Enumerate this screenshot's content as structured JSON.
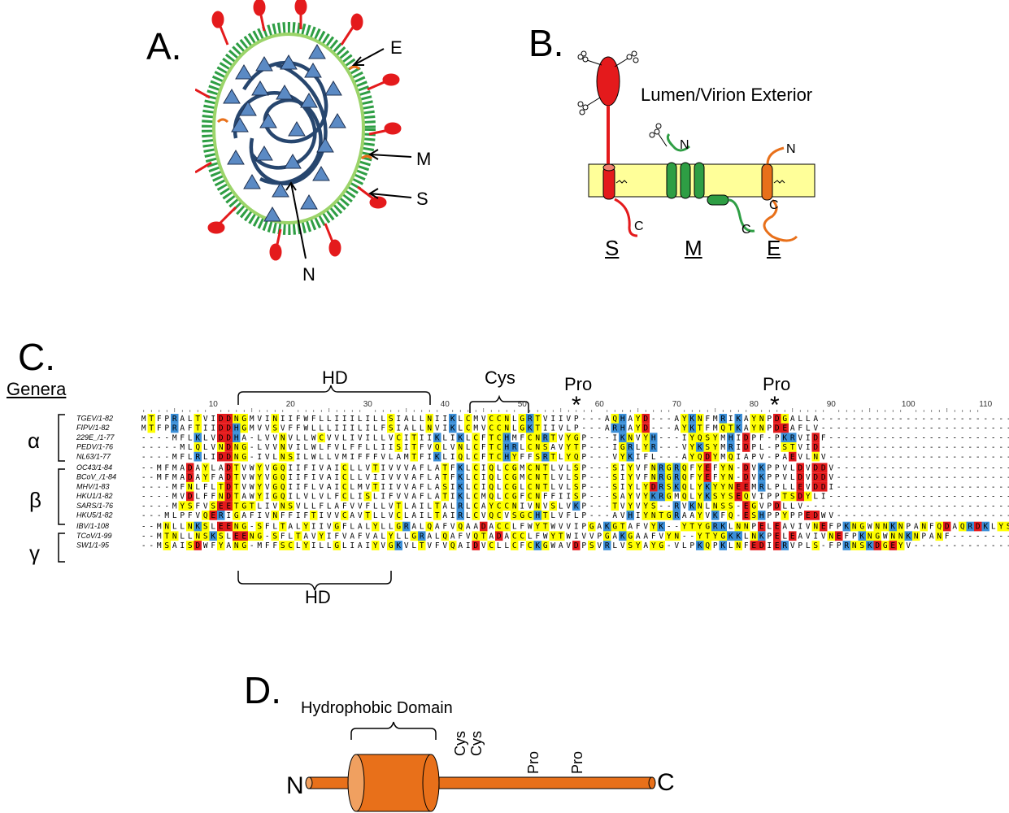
{
  "panels": {
    "A": {
      "letter": "A.",
      "labels": {
        "E": "E",
        "M": "M",
        "S": "S",
        "N": "N"
      }
    },
    "B": {
      "letter": "B.",
      "caption": "Lumen/Virion Exterior",
      "proteins": {
        "S": "S",
        "M": "M",
        "E": "E"
      },
      "termini": {
        "n_m": "N",
        "n_e": "N",
        "c_s": "C",
        "c_m": "C",
        "c_e": "C"
      }
    },
    "C": {
      "letter": "C.",
      "genera_title": "Genera",
      "genus_symbols": {
        "alpha": "α",
        "beta": "β",
        "gamma": "γ"
      },
      "annotations": {
        "hd_top": "HD",
        "hd_bottom": "HD",
        "cys": "Cys",
        "pro1": "Pro",
        "pro2": "Pro",
        "asterisk": "*"
      },
      "ruler": [
        "10",
        "20",
        "30",
        "40",
        "50",
        "60",
        "70",
        "80",
        "90",
        "100",
        "110"
      ],
      "sequences": [
        {
          "name": "TGEV/1-82",
          "seq": "MTFPRALTVIDDNGMVINIIFWFLLIIILILLSIALLNIIKLCMVCCNLGRTVIIVP---AQHAYD---AYKNFMRIKAYNPDGALLA--------------------------",
          "genus": "alpha"
        },
        {
          "name": "FIPV/1-82",
          "seq": "MTFPRAFTIIDDHGMVVSVFFWLLLIIILILFSIALLNVIKLCMVCCNLGKTIIVLP---ARHAYD---AYKTFMQTKAYNPDEAFLV--------------------------",
          "genus": "alpha"
        },
        {
          "name": "229E_/1-77",
          "seq": "----MFLKLVDDHA-LVVNVLLWCVVLIVILLVCITIIKLIKLCFTCHMFCNRTVYGP---IKNVYH---IYQSYMHIDPF-PKRVIDF------------------------",
          "genus": "alpha"
        },
        {
          "name": "PEDV/1-76",
          "seq": "-----MLQLVNDNG-LVVNVILWLFVLFFLLIISITFVQLVNLCFTCHRLCNSAVYTP---IGRLYR---VYKSYMRIDPL-PSTVID-------------------------",
          "genus": "alpha"
        },
        {
          "name": "NL63/1-77",
          "seq": "----MFLRLIDDNG-IVLNSILWLLVMIFFFVLAMTFIKLIQLCFTCHYFFSRTLYQP---VYKIFL---AYQDYMQIAPV-PAEVLNV------------------------",
          "genus": "alpha"
        },
        {
          "name": "OC43/1-84",
          "seq": "--MFMADAYLADTVWYVGQIIFIVAICLLVTIVVVAFLATFKLCIQLCGMCNTLVLSP---SIYVFNRGRQFYEFYN-DVKPPVLDVDDV-----------------------",
          "genus": "beta"
        },
        {
          "name": "BCoV_/1-84",
          "seq": "--MFMADAYFADTVWYVGQIIFIVAICLLVIIVVVAFLATFKLCIQLCGMCNTLVLSP---SIYVFNRGRQFYEFYN-DVKPPVLDVDDV-----------------------",
          "genus": "beta"
        },
        {
          "name": "MHV/1-83",
          "seq": "----MFNLFLTDTVWYVGQIIFLVAICLMVTIIVVAFLASIKLCIQLCGLCNTLVLSP---SIYLYDRSKQLYKYYNEEMRLPLLEVDDI-----------------------",
          "genus": "beta"
        },
        {
          "name": "HKU1/1-82",
          "seq": "----MVDLFFNDTAWYIGQILVLVLFCLISLIFVVAFLATIKLCMQLCGFCNFFIISP---SAYVYKRGMQLYKSYSEQVIPPTSDYLI------------------------",
          "genus": "beta"
        },
        {
          "name": "SARS/1-76",
          "seq": "----MYSFVSEETGTLIVNSVLLFLAFVVFLLVTLAILTALRLCAYCCNIVNVSLVKP---TVYVYS--RVKNLNSS-EGVPDLLV---------------------------",
          "genus": "beta"
        },
        {
          "name": "HKU5/1-82",
          "seq": "---MLPFVQERIGAFIVNFFIFTIVVCAVTLLVCLAILTAIRLCVQCVSGCHTLVFLP---AVHIYNTGRAAYVKFQ-ESHPPYPPEDWV-----------------------",
          "genus": "beta"
        },
        {
          "name": "IBV/1-108",
          "seq": "--MNLLNKSLEENG-SFLTALYIIVGFLALYLLGRALQAFVQAADACCLFWYTWVVIPGAKGTAFVYK--YTYGRKLNNPELEAVIVNEFPKNGWNNKNPANFQDAQRDKLYS",
          "genus": "gamma"
        },
        {
          "name": "TCoV/1-99",
          "seq": "--MTNLLNSKSLEENG-SFLTAVYIFVAFVALYLLGRALQAFVQTADACCLFWYTWIVVPGAKGAAFVYN--YTYGKKLNKPELEAVIVNEFPKNGWNNKNPANF---------",
          "genus": "gamma"
        },
        {
          "name": "SW1/1-95",
          "seq": "--MSAISDWFYANG-MFFSCLYILLGLIAIYVGKVLTVFVQAIDVCLLCFCKGWAVDPSVRLVSYAYG-VLPKQPKLNFEDIERVPLS-FPRNSKDGEYV-------------",
          "genus": "gamma"
        }
      ]
    },
    "D": {
      "letter": "D.",
      "domain_label": "Hydrophobic Domain",
      "n": "N",
      "c": "C",
      "motifs": [
        "Cys",
        "Cys",
        "Pro",
        "Pro"
      ]
    }
  },
  "colors": {
    "red": "#e41a1c",
    "yellow": "#ffff00",
    "blue": "#3b8fd8",
    "orange": "#e8701a",
    "green": "#2e9e44",
    "navy": "#27466e",
    "triangle": "#5b8ac4"
  }
}
